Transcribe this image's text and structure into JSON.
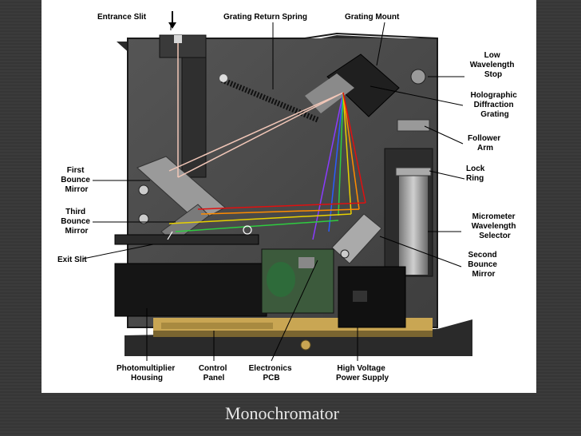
{
  "caption": "Monochromator",
  "labels": {
    "entrance_slit": "Entrance Slit",
    "grating_return_spring": "Grating Return Spring",
    "grating_mount": "Grating Mount",
    "low_wavelength_stop": [
      "Low",
      "Wavelength",
      "Stop"
    ],
    "holographic_diffraction_grating": [
      "Holographic",
      "Diffraction",
      "Grating"
    ],
    "follower_arm": [
      "Follower",
      "Arm"
    ],
    "lock_ring": [
      "Lock",
      "Ring"
    ],
    "micrometer_wavelength_selector": [
      "Micrometer",
      "Wavelength",
      "Selector"
    ],
    "second_bounce_mirror": [
      "Second",
      "Bounce",
      "Mirror"
    ],
    "first_bounce_mirror": [
      "First",
      "Bounce",
      "Mirror"
    ],
    "third_bounce_mirror": [
      "Third",
      "Bounce",
      "Mirror"
    ],
    "exit_slit": "Exit Slit",
    "photomultiplier_housing": [
      "Photomultiplier",
      "Housing"
    ],
    "control_panel": [
      "Control",
      "Panel"
    ],
    "electronics_pcb": [
      "Electronics",
      "PCB"
    ],
    "high_voltage_power_supply": [
      "High Voltage",
      "Power Supply"
    ]
  },
  "colors": {
    "slide_bg": "#3a3a3a",
    "plate": "#4a4a4a",
    "beam_white": "#f2c7b8",
    "ray_violet": "#8a3cff",
    "ray_blue": "#2a5cff",
    "ray_green": "#2ecc40",
    "ray_yellow": "#e8d000",
    "ray_orange": "#ff8c00",
    "ray_red": "#e01010"
  }
}
